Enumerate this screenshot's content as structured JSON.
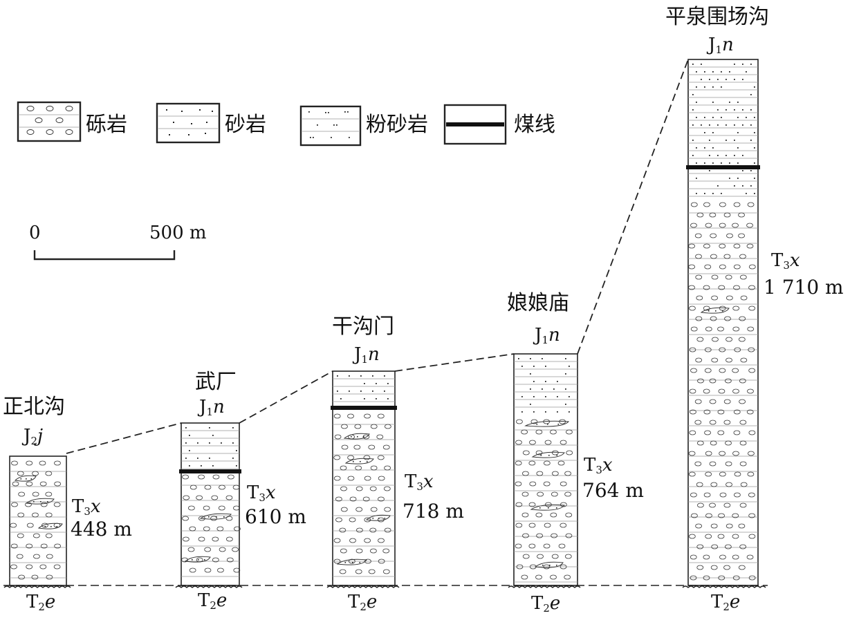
{
  "legend": {
    "items": [
      {
        "key": "conglomerate",
        "label": "砾岩"
      },
      {
        "key": "sandstone",
        "label": "砂岩"
      },
      {
        "key": "siltstone",
        "label": "粉砂岩"
      },
      {
        "key": "coal",
        "label": "煤线"
      }
    ]
  },
  "scale_bar": {
    "start_label": "0",
    "end_label": "500 m"
  },
  "columns": [
    {
      "name": "正北沟",
      "top": {
        "main": "J",
        "sub": "2",
        "it": "j"
      },
      "middle": {
        "main": "T",
        "sub": "3",
        "it": "x"
      },
      "thickness": "448 m",
      "base": {
        "main": "T",
        "sub": "2",
        "it": "e"
      }
    },
    {
      "name": "武厂",
      "top": {
        "main": "J",
        "sub": "1",
        "it": "n"
      },
      "middle": {
        "main": "T",
        "sub": "3",
        "it": "x"
      },
      "thickness": "610 m",
      "base": {
        "main": "T",
        "sub": "2",
        "it": "e"
      }
    },
    {
      "name": "干沟门",
      "top": {
        "main": "J",
        "sub": "1",
        "it": "n"
      },
      "middle": {
        "main": "T",
        "sub": "3",
        "it": "x"
      },
      "thickness": "718 m",
      "base": {
        "main": "T",
        "sub": "2",
        "it": "e"
      }
    },
    {
      "name": "娘娘庙",
      "top": {
        "main": "J",
        "sub": "1",
        "it": "n"
      },
      "middle": {
        "main": "T",
        "sub": "3",
        "it": "x"
      },
      "thickness": "764 m",
      "base": {
        "main": "T",
        "sub": "2",
        "it": "e"
      }
    },
    {
      "name": "平泉围场沟",
      "top": {
        "main": "J",
        "sub": "1",
        "it": "n"
      },
      "middle": {
        "main": "T",
        "sub": "3",
        "it": "x"
      },
      "thickness": "1 710 m",
      "base": {
        "main": "T",
        "sub": "2",
        "it": "e"
      }
    }
  ],
  "colors": {
    "line": "#222222",
    "background": "#ffffff"
  }
}
